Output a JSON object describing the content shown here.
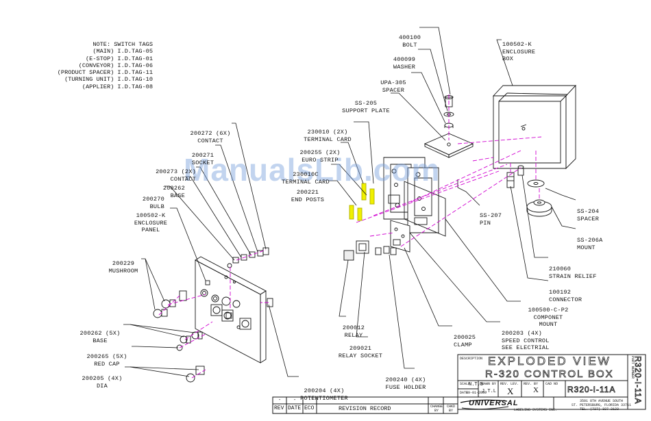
{
  "notes": {
    "title": "NOTE: SWITCH TAGS",
    "lines": [
      "(MAIN) I.D.TAG-05",
      "(E-STOP) I.D.TAG-01",
      "(CONVEYOR) I.D.TAG-06",
      "(PRODUCT SPACER) I.D.TAG-11",
      "(TURNING UNIT) I.D.TAG-10",
      "(APPLIER) I.D.TAG-08"
    ]
  },
  "labels": {
    "bolt": [
      "400100",
      "BOLT"
    ],
    "washer": [
      "400099",
      "WASHER"
    ],
    "spacer_upa": [
      "UPA-305",
      "SPACER"
    ],
    "support_plate": [
      "SS-205",
      "SUPPORT PLATE"
    ],
    "terminal_card_2x": [
      "230010 (2X)",
      "TERMINAL CARD"
    ],
    "euro_strip": [
      "200255 (2X)",
      "EURO STRIP"
    ],
    "terminal_card": [
      "230010C",
      "TERMINAL CARD"
    ],
    "end_posts": [
      "200221",
      "END POSTS"
    ],
    "enclosure_box": [
      "100502-K",
      "ENCLOSURE",
      "BOX"
    ],
    "contact_6x": [
      "200272 (6X)",
      "CONTACT"
    ],
    "socket": [
      "200271",
      "SOCKET"
    ],
    "contact_2x": [
      "200273 (2X)",
      "CONTACT"
    ],
    "base_single": [
      "200262",
      "BASE"
    ],
    "bulb": [
      "200270",
      "BULB"
    ],
    "enclosure_panel": [
      "100502-K",
      "ENCLOSURE",
      "PANEL"
    ],
    "mushroom": [
      "200229",
      "MUSHROOM"
    ],
    "base_5x": [
      "200262 (5X)",
      "BASE"
    ],
    "red_cap": [
      "200265 (5X)",
      "RED CAP"
    ],
    "dia": [
      "200205 (4X)",
      "DIA"
    ],
    "potentiometer": [
      "200204 (4X)",
      "POTENTIOMETER"
    ],
    "relay": [
      "200012",
      "RELAY"
    ],
    "relay_socket": [
      "209021",
      "RELAY SOCKET"
    ],
    "fuse_holder": [
      "200240 (4X)",
      "FUSE HOLDER"
    ],
    "clamp": [
      "200025",
      "CLAMP"
    ],
    "speed_control": [
      "200203 (4X)",
      "SPEED CONTROL",
      "SEE ELECTRIAL"
    ],
    "component_mount": [
      "100500-C-P2",
      "COMPONET",
      "MOUNT"
    ],
    "connector": [
      "100192",
      "CONNECTOR"
    ],
    "strain_relief": [
      "210060",
      "STRAIN RELIEF"
    ],
    "mount": [
      "SS-206A",
      "MOUNT"
    ],
    "spacer_ss": [
      "SS-204",
      "SPACER"
    ],
    "pin": [
      "SS-207",
      "PIN"
    ]
  },
  "watermark": "ManualsLib.com",
  "title_block": {
    "description_label": "DESCRIPTION",
    "title_line1": "EXPLODED VIEW",
    "title_line2": "R-320 CONTROL BOX",
    "scale_label": "SCALE",
    "scale_value": "N.T.S",
    "date_label": "DATE",
    "date_value": "09-01-2000",
    "drawn_by_label": "DRAWN BY",
    "drawn_by_value": "J.T.L",
    "rev_lev_label": "REV. LEV.",
    "rev_lev_value": "X",
    "rev_by_label": "REV. BY",
    "rev_by_value": "X",
    "cad_no_label": "CAD NO",
    "cad_no_value": "R320-I-11A",
    "part_number_label": "PART NUMBER",
    "part_number_value": "R320-I-11A",
    "company_name": "UNIVERSAL",
    "company_sub": "LABELING SYSTEMS INC.",
    "address_1": "3501 8TH AVENUE SOUTH",
    "address_2": "ST. PETERSBURG, FLORIDA 33711",
    "telephone": "TEL. (727) 327-2123"
  },
  "revision_block": {
    "header_rev": "REV",
    "header_date": "DATE",
    "header_eco": "ECO",
    "header_record": "REVISION RECORD",
    "header_change": "CHANGE BY",
    "header_chkd": "CHKD BY",
    "dash_1": "-",
    "dash_2": "-",
    "dash_3": "-"
  },
  "colors": {
    "line": "#111111",
    "explode_line": "#d000d0",
    "highlight": "#f0f000",
    "watermark": "#78a0dc"
  }
}
